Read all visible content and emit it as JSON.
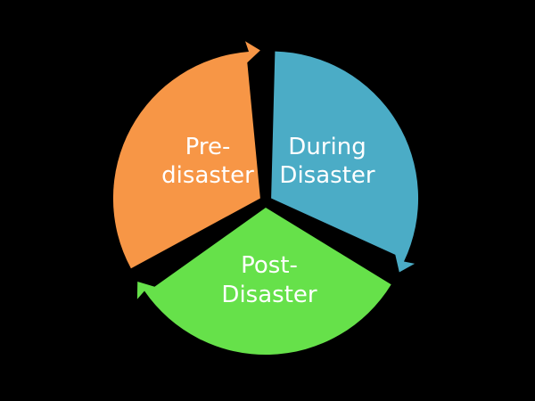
{
  "diagram": {
    "background": "#000000",
    "segments": [
      {
        "line1": "Pre-",
        "line2": "disaster",
        "color": "#F79646"
      },
      {
        "line1": "During",
        "line2": "Disaster",
        "color": "#4BACC6"
      },
      {
        "line1": "Post-",
        "line2": "Disaster",
        "color": "#66E14A"
      }
    ]
  }
}
